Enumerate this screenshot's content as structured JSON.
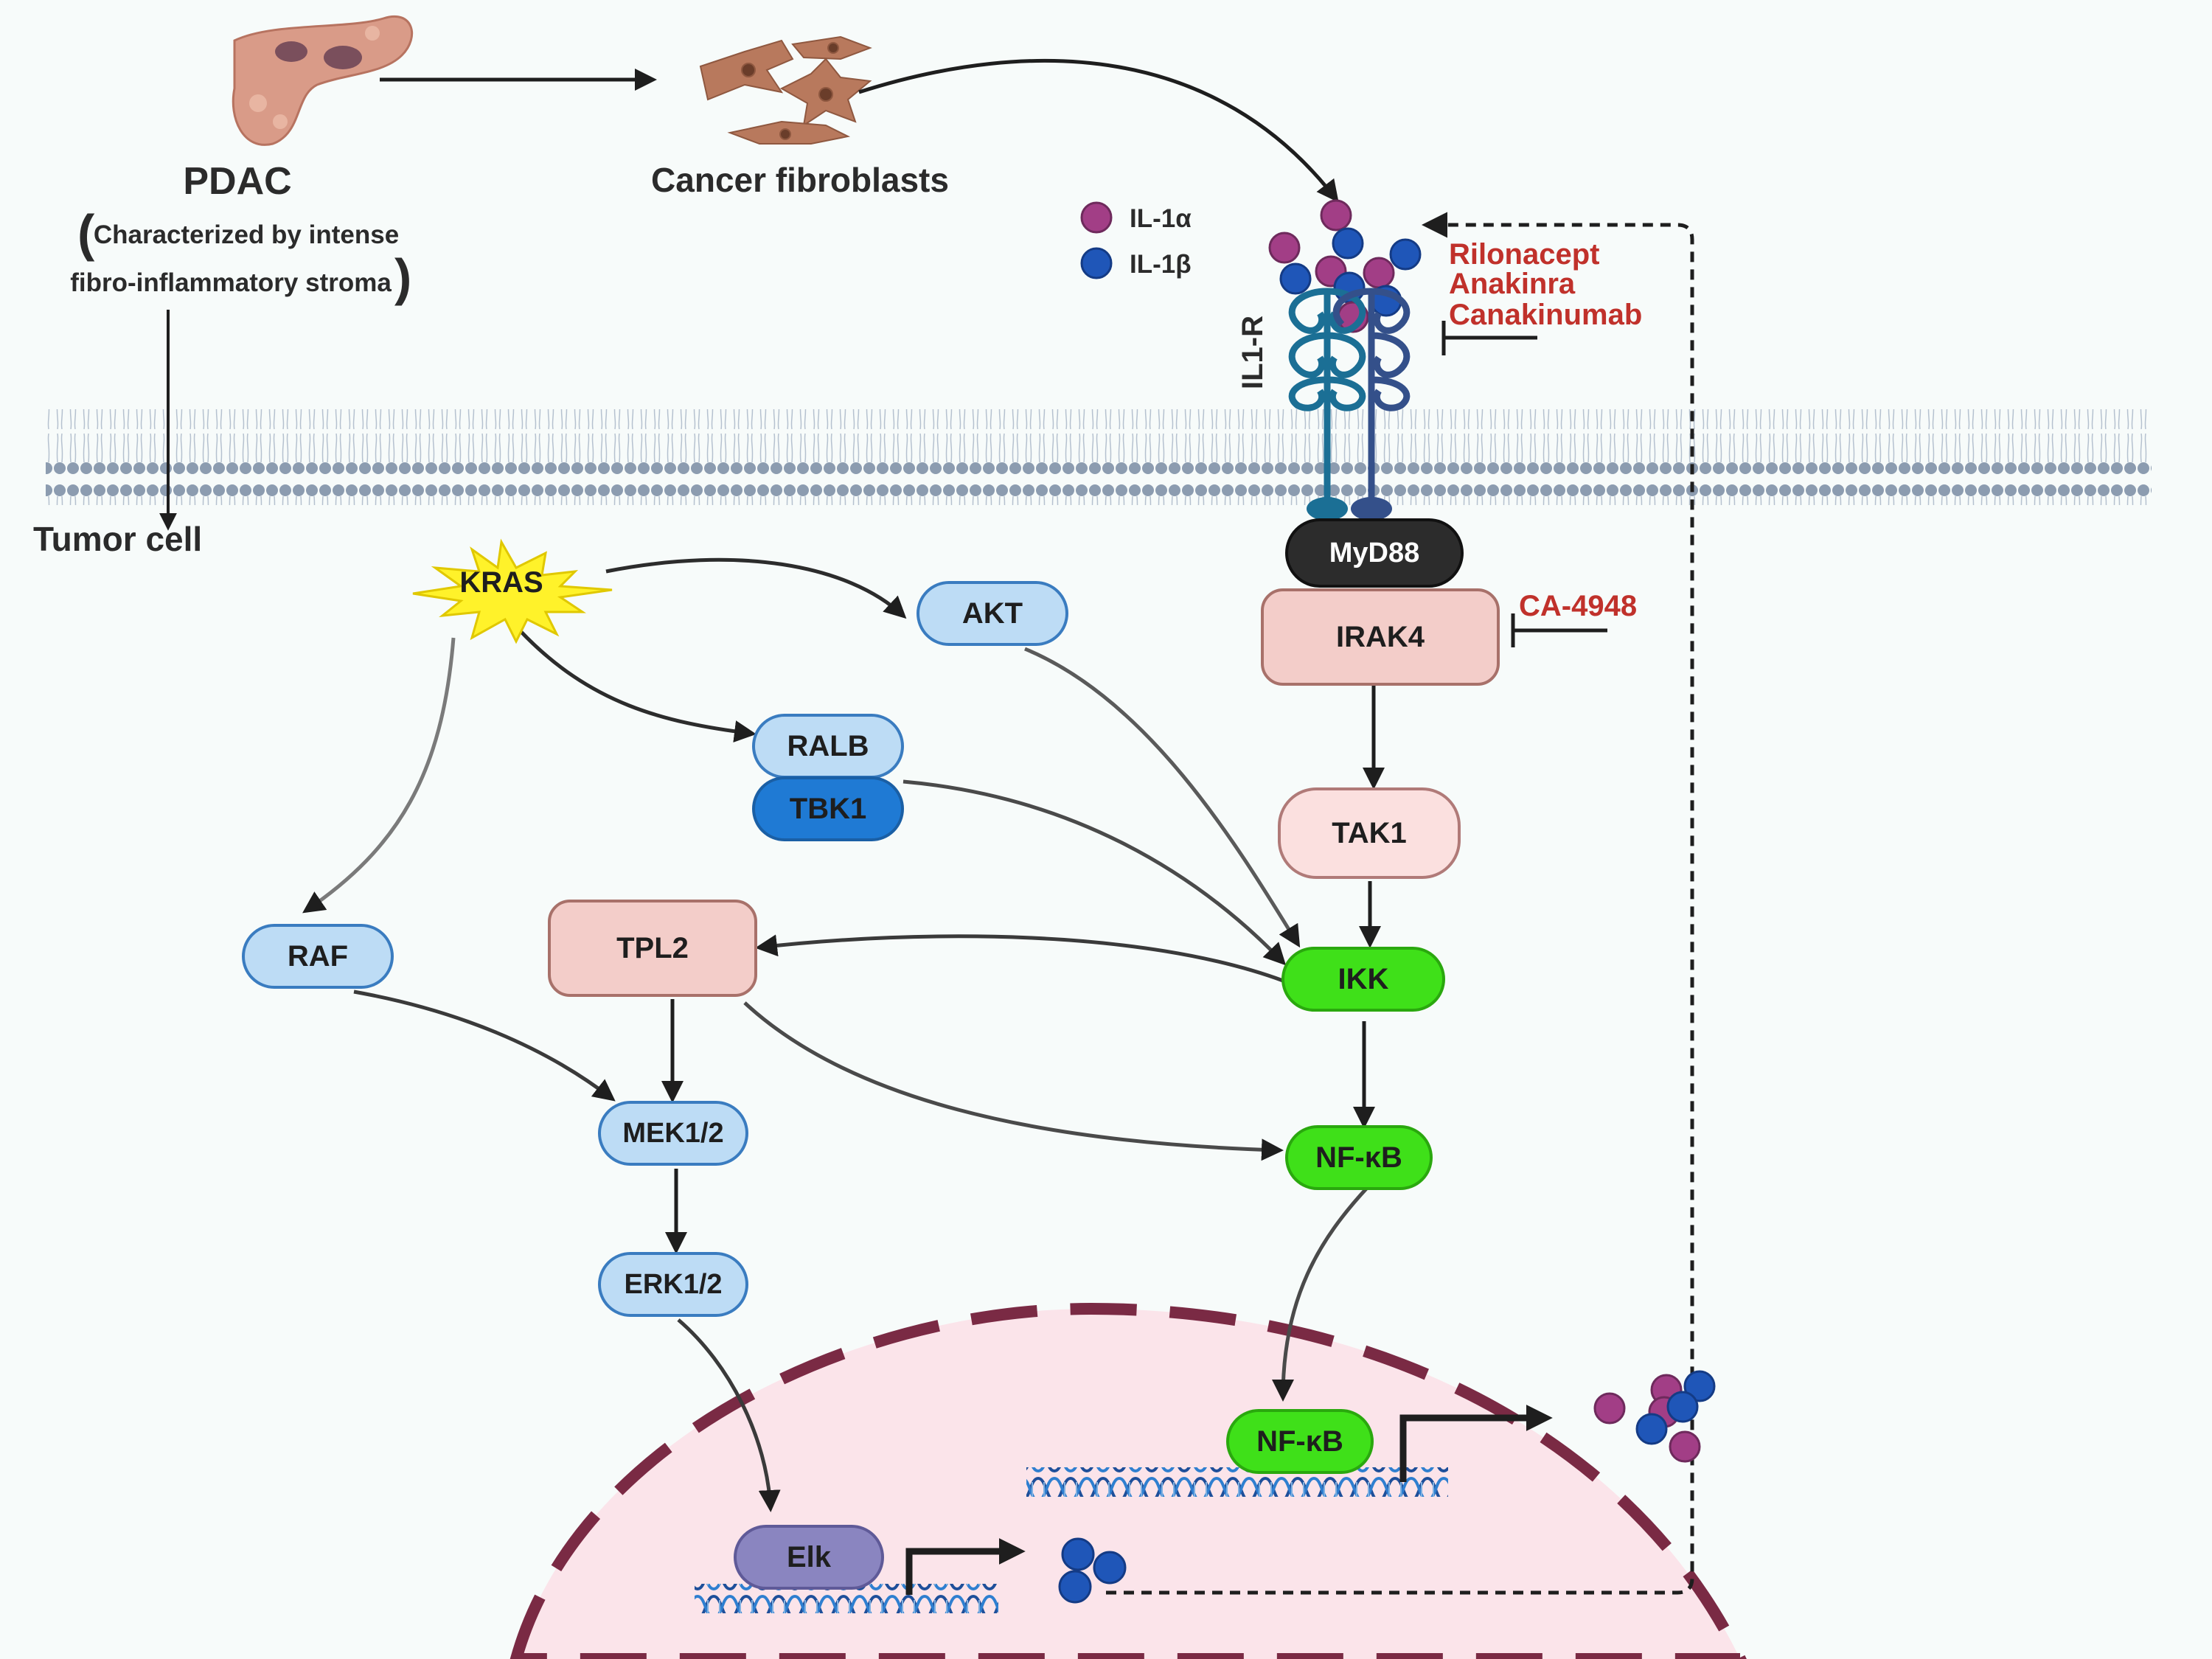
{
  "top": {
    "pdac": "PDAC",
    "pdac_note_line1": "Characterized by intense",
    "pdac_note_line2": "fibro-inflammatory stroma",
    "paren_open": "(",
    "paren_close": ")",
    "fibroblasts": "Cancer fibroblasts",
    "tumor_cell": "Tumor cell"
  },
  "legend": {
    "il1a": "IL-1α",
    "il1b": "IL-1β"
  },
  "receptor_label": "IL1-R",
  "drugs": {
    "line1": "Rilonacept",
    "line2": "Anakinra",
    "line3": "Canakinumab",
    "irak4_inhibitor": "CA-4948"
  },
  "nodes": {
    "myd88": "MyD88",
    "irak4": "IRAK4",
    "tak1": "TAK1",
    "ikk": "IKK",
    "nfkb": "NF-κB",
    "nfkb_nuclear": "NF-κB",
    "kras": "KRAS",
    "akt": "AKT",
    "ralb": "RALB",
    "tbk1": "TBK1",
    "raf": "RAF",
    "tpl2": "TPL2",
    "mek": "MEK1/2",
    "erk": "ERK1/2",
    "elk": "Elk"
  },
  "colors": {
    "light_blue": "#bddcf5",
    "blue": "#1f7ad4",
    "pink_box": "#f3cdc9",
    "light_pink_box": "#fbe0df",
    "green": "#3fe019",
    "dark": "#2c2c2c",
    "il1a": "#a23e86",
    "il1b": "#1f56b8",
    "drug_red": "#c0312b",
    "nucleus_fill": "#fbe4ea",
    "nucleus_border": "#7a2a44"
  }
}
